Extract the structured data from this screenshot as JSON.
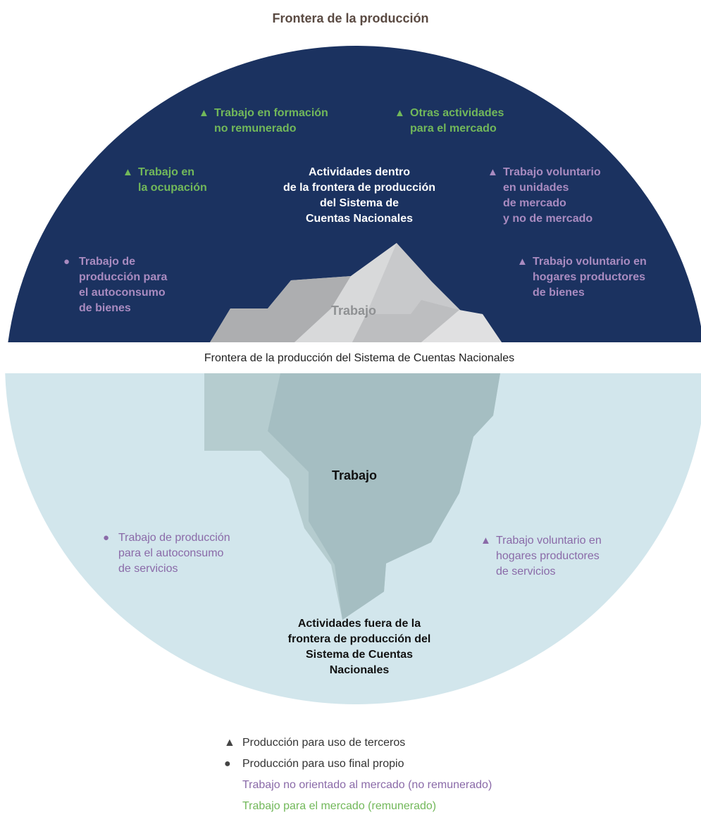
{
  "title": "Frontera de la producción",
  "boundary_label": "Frontera de la producción del Sistema de Cuentas Nacionales",
  "colors": {
    "dark_navy": "#1b3260",
    "light_blue": "#d2e6ec",
    "market_green": "#72b85a",
    "non_market_purple": "#a98bc0"
  },
  "upper": {
    "center": [
      "Actividades dentro",
      "de la frontera de producción",
      "del Sistema de",
      "Cuentas Nacionales"
    ],
    "iceberg_label": "Trabajo",
    "items": [
      {
        "marker": "▲",
        "lines": [
          "Trabajo en formación",
          "no remunerado"
        ]
      },
      {
        "marker": "▲",
        "lines": [
          "Otras actividades",
          "para el mercado"
        ]
      },
      {
        "marker": "▲",
        "lines": [
          "Trabajo en",
          "la ocupación"
        ]
      },
      {
        "marker": "▲",
        "lines": [
          "Trabajo voluntario",
          "en unidades",
          "de mercado",
          "y no de mercado"
        ]
      },
      {
        "marker": "●",
        "lines": [
          "Trabajo de",
          "producción para",
          "el autoconsumo",
          "de bienes"
        ]
      },
      {
        "marker": "▲",
        "lines": [
          "Trabajo voluntario en",
          "hogares productores",
          "de bienes"
        ]
      }
    ]
  },
  "lower": {
    "iceberg_label": "Trabajo",
    "items": [
      {
        "marker": "●",
        "lines": [
          "Trabajo de producción",
          "para el autoconsumo",
          "de servicios"
        ]
      },
      {
        "marker": "▲",
        "lines": [
          "Trabajo voluntario en",
          "hogares productores",
          "de servicios"
        ]
      }
    ],
    "center": [
      "Actividades fuera de la",
      "frontera de producción del",
      "Sistema de Cuentas",
      "Nacionales"
    ]
  },
  "legend": [
    {
      "marker": "▲",
      "label": "Producción para uso de terceros"
    },
    {
      "marker": "●",
      "label": "Producción para uso final propio"
    },
    {
      "marker": "",
      "label": "Trabajo no orientado al mercado (no remunerado)"
    },
    {
      "marker": "",
      "label": "Trabajo para el mercado (remunerado)"
    }
  ]
}
